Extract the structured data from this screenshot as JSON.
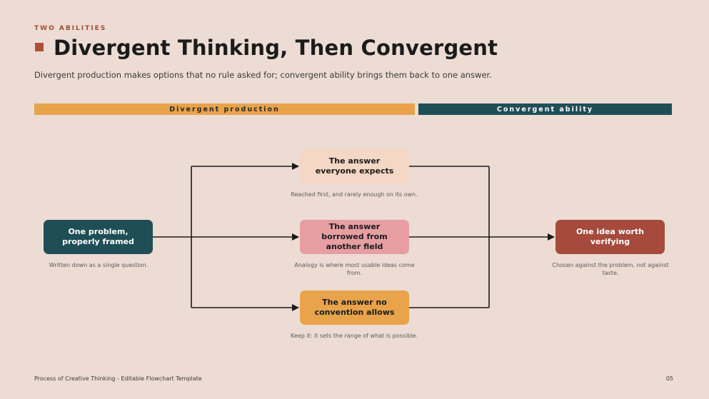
{
  "header": {
    "eyebrow": "TWO ABILITIES",
    "title": "Divergent Thinking, Then Convergent",
    "subtitle": "Divergent production makes options that no rule asked for; convergent ability brings them back to one answer."
  },
  "bands": {
    "divergent": "Divergent production",
    "convergent": "Convergent ability"
  },
  "nodes": {
    "start": {
      "label": "One problem, properly framed",
      "caption": "Written down as a single question."
    },
    "top": {
      "label": "The answer everyone expects",
      "caption": "Reached first, and rarely enough on its own."
    },
    "middle": {
      "label": "The answer borrowed from another field",
      "caption": "Analogy is where most usable ideas come from."
    },
    "bottom": {
      "label": "The answer no convention allows",
      "caption": "Keep it: it sets the range of what is possible."
    },
    "end": {
      "label": "One idea worth verifying",
      "caption": "Chosen against the problem, not against taste."
    }
  },
  "footer": {
    "text": "Process of Creative Thinking - Editable Flowchart Template",
    "page": "05"
  },
  "colors": {
    "background": "#ecdcd3",
    "accent_orange": "#e8a34b",
    "teal": "#1f4e57",
    "rust": "#a54a3c",
    "pink": "#e79ea3",
    "peach": "#f4d7c4"
  }
}
